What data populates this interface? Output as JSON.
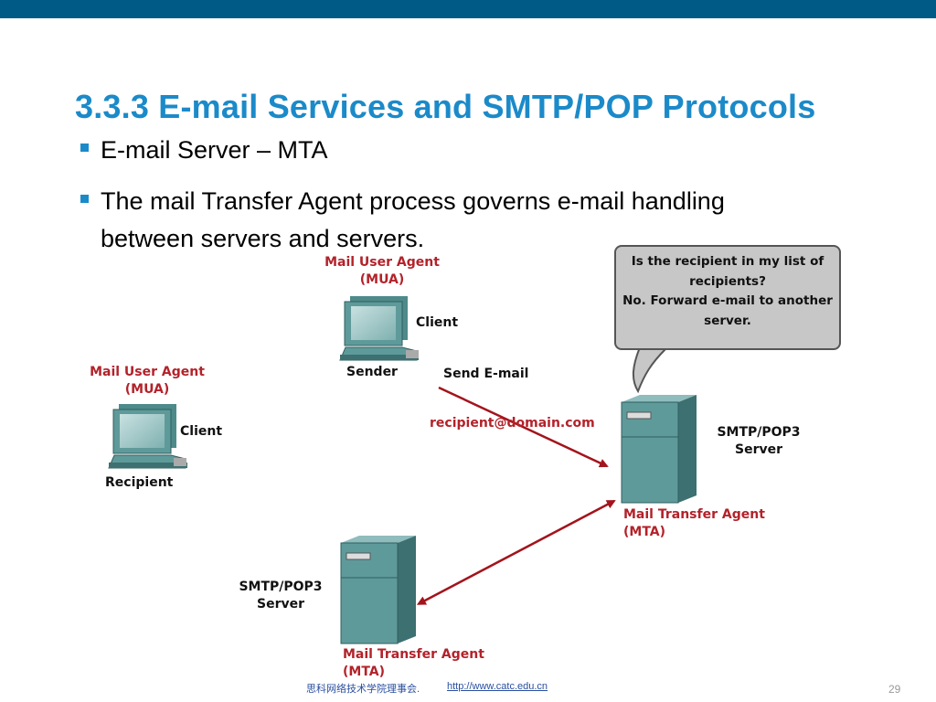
{
  "title": "3.3.3 E-mail Services and SMTP/POP Protocols",
  "bullets": [
    "E-mail Server – MTA",
    "The mail Transfer Agent process governs e-mail handling between servers and servers."
  ],
  "callout": {
    "line1": "Is the recipient in my list of",
    "line2": "recipients?",
    "line3": "No.  Forward e-mail to another",
    "line4": "server."
  },
  "sender": {
    "mua_line1": "Mail User Agent",
    "mua_line2": "(MUA)",
    "client": "Client",
    "role": "Sender"
  },
  "recipient": {
    "mua_line1": "Mail User Agent",
    "mua_line2": "(MUA)",
    "client": "Client",
    "role": "Recipient"
  },
  "send_label": "Send E-mail",
  "address_label": "recipient@domain.com",
  "server_right": {
    "line1": "SMTP/POP3",
    "line2": "Server",
    "mta_line1": "Mail Transfer Agent",
    "mta_line2": "(MTA)"
  },
  "server_bottom": {
    "line1": "SMTP/POP3",
    "line2": "Server",
    "mta_line1": "Mail Transfer Agent",
    "mta_line2": "(MTA)"
  },
  "footer": {
    "org": "思科网络技术学院理事会.",
    "url": "http://www.catc.edu.cn"
  },
  "page_number": "29",
  "colors": {
    "header_bar": "#005a86",
    "title": "#1b8ac9",
    "label_red": "#b3222a",
    "arrow": "#a3141c",
    "device_teal": "#5f9a9a"
  }
}
